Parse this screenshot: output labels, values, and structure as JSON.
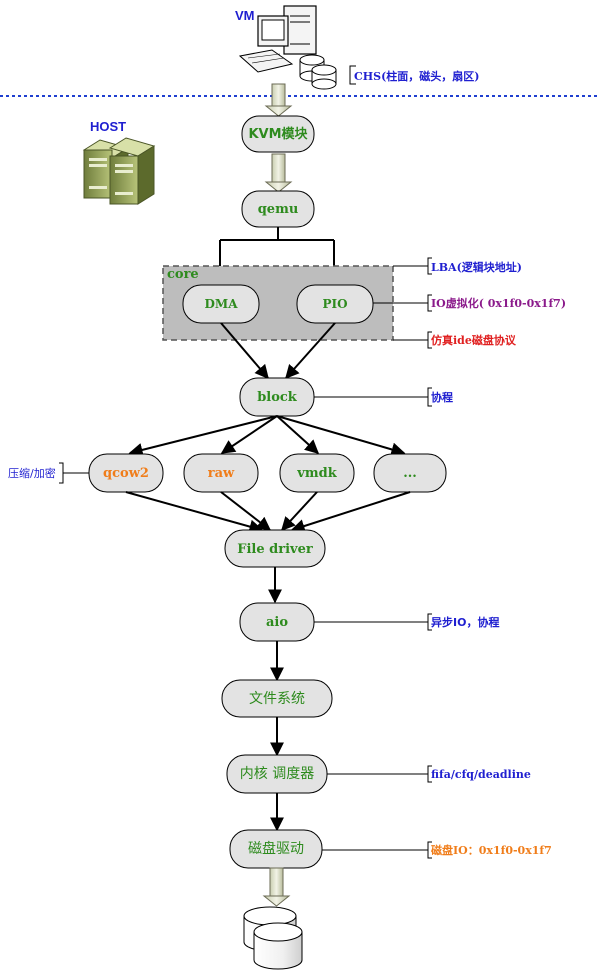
{
  "labels": {
    "vm": "VM",
    "host": "HOST",
    "core": "core"
  },
  "nodes": {
    "kvm": "KVM模块",
    "qemu": "qemu",
    "dma": "DMA",
    "pio": "PIO",
    "block": "block",
    "qcow2": "qcow2",
    "raw": "raw",
    "vmdk": "vmdk",
    "more": "...",
    "file_driver": "File driver",
    "aio": "aio",
    "filesystem": "文件系统",
    "scheduler": "内核 调度器",
    "disk_driver": "磁盘驱动"
  },
  "annotations": {
    "chs": "CHS(柱面，磁头，扇区)",
    "lba": "LBA(逻辑块地址)",
    "io_virt": "IO虚拟化( 0x1f0-0x1f7)",
    "ide": "仿真ide磁盘协议",
    "coroutine": "协程",
    "compress": "压缩/加密",
    "async": "异步IO，协程",
    "sched": "fifa/cfq/deadline",
    "disk_io": "磁盘IO：0x1f0-0x1f7"
  },
  "colors": {
    "node_fill": "#e3e3e3",
    "core_fill": "#bdbdbd",
    "green_text": "#2e8b1e",
    "orange_text": "#f07d1a",
    "blue_text": "#1f1fd0",
    "purple_text": "#8b1a8b",
    "red_text": "#e02020",
    "dashed_line": "#1f3fd0"
  },
  "icons": {
    "vm": "computer-with-disks-icon",
    "host": "server-tower-icon",
    "storage": "disk-stack-icon"
  }
}
